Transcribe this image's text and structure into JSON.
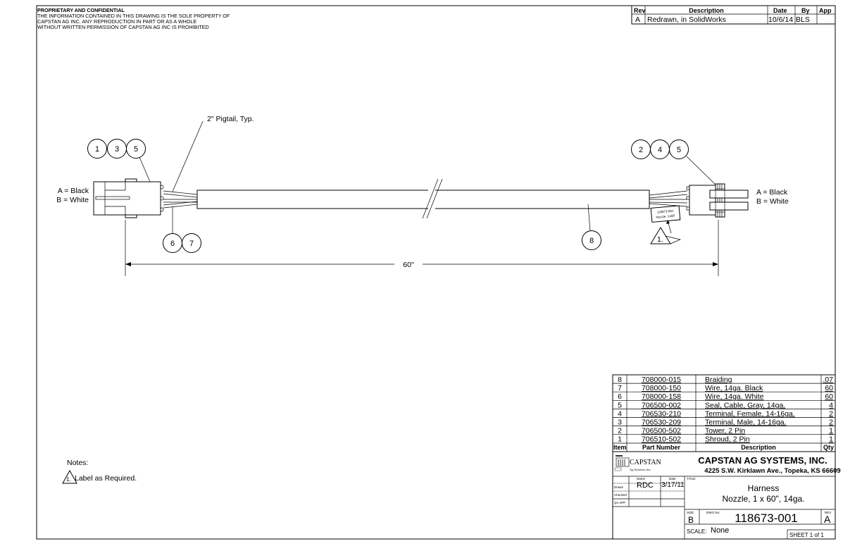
{
  "header": {
    "title": "PROPRIETARY AND CONFIDENTIAL",
    "lines": [
      "THE INFORMATION CONTAINED IN THIS DRAWING IS THE SOLE PROPERTY OF",
      "CAPSTAN AG INC. ANY REPRODUCTION IN PART OR AS A WHOLE",
      "WITHOUT WRITTEN PERMISSION OF CAPSTAN AG INC IS PROHIBITED"
    ]
  },
  "revisions": {
    "headers": [
      "Rev",
      "Description",
      "Date",
      "By",
      "App"
    ],
    "rows": [
      {
        "rev": "A",
        "description": "Redrawn, in SolidWorks",
        "date": "10/6/14",
        "by": "BLS",
        "app": ""
      }
    ]
  },
  "drawing": {
    "pigtail_note": "2\" Pigtail, Typ.",
    "left_pinout": [
      "A = Black",
      "B = White"
    ],
    "right_pinout": [
      "A = Black",
      "B = White"
    ],
    "left_balloons_top": [
      "1",
      "3",
      "5"
    ],
    "left_balloons_bottom": [
      "6",
      "7"
    ],
    "right_balloons_top": [
      "2",
      "4",
      "5"
    ],
    "braid_balloon": "8",
    "label_tag": [
      "118673-001",
      "Nozzle, 1x60\""
    ],
    "label_flag": "1.",
    "dimension": "60\""
  },
  "notes": {
    "title": "Notes:",
    "items": [
      {
        "flag": "1.",
        "text": "Label as Required."
      }
    ]
  },
  "bom": {
    "headers": [
      "Item",
      "Part Number",
      "Description",
      "Qty"
    ],
    "rows": [
      {
        "item": "8",
        "part": "708000-015",
        "desc": "Braiding",
        "qty": ".07"
      },
      {
        "item": "7",
        "part": "708000-150",
        "desc": "Wire, 14ga. Black",
        "qty": "60"
      },
      {
        "item": "6",
        "part": "708000-158",
        "desc": "Wire, 14ga. White",
        "qty": "60"
      },
      {
        "item": "5",
        "part": "706500-002",
        "desc": "Seal, Cable, Gray, 14ga.",
        "qty": "4"
      },
      {
        "item": "4",
        "part": "706530-210",
        "desc": "Terminal, Female, 14-16ga.",
        "qty": "2"
      },
      {
        "item": "3",
        "part": "706530-209",
        "desc": "Terminal, Male, 14-16ga.",
        "qty": "2"
      },
      {
        "item": "2",
        "part": "706500-502",
        "desc": "Tower, 2 Pin",
        "qty": "1"
      },
      {
        "item": "1",
        "part": "706510-502",
        "desc": "Shroud, 2 Pin",
        "qty": "1"
      }
    ]
  },
  "title_block": {
    "logo_name": "CAPSTAN",
    "logo_sub": "Ag Systems, Inc.",
    "company": "CAPSTAN AG SYSTEMS, INC.",
    "address": "4225 S.W. Kirklawn Ave., Topeka, KS 66609",
    "name_label": "Name",
    "date_label": "Date",
    "drawn_label": "Drawn",
    "checked_label": "Checked",
    "qa_label": "QA APP",
    "drawn_name": "RDC",
    "drawn_date": "3/17/11",
    "title_label": "TITLE:",
    "title_line1": "Harness",
    "title_line2": "Nozzle, 1 x 60\", 14ga.",
    "size_label": "SIZE",
    "size": "B",
    "dwg_label": "DWG No:",
    "dwg_no": "118673-001",
    "rev_label": "REV",
    "rev": "A",
    "scale_label": "SCALE:",
    "scale": "None",
    "sheet": "SHEET 1 of 1"
  }
}
